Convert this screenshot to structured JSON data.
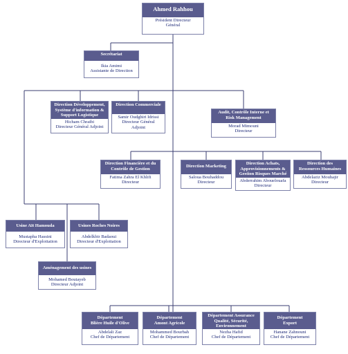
{
  "colors": {
    "header": "#5a5c8e",
    "text": "#1e2a78",
    "line": "#3a3c70",
    "border": "#7b7fa8"
  },
  "nodes": {
    "ceo": {
      "title": [
        "Ahmed Rahhou"
      ],
      "person": [
        "Président Directeur",
        "Général"
      ]
    },
    "secretariat": {
      "title": [
        "Secrétariat"
      ],
      "person": [
        "Ikia Amimi",
        "Assistante de Direction"
      ]
    },
    "dev": {
      "title": [
        "Direction Développement,",
        "Système d'information &",
        "Support Logistique"
      ],
      "person": [
        "Hicham Chraibi",
        "Directeur Général Adjoint"
      ]
    },
    "commerciale": {
      "title": [
        "Direction Commerciale"
      ],
      "person": [
        "Samir Oudghiri Idrissi",
        "Directeur Général",
        "Adjoint"
      ]
    },
    "audit": {
      "title": [
        "Audit, Contrôle Interne et",
        "Risk Management"
      ],
      "person": [
        "Morad Mimouni",
        "Directeur"
      ]
    },
    "financiere": {
      "title": [
        "Direction Financière et du",
        "Contrôle de Gestion"
      ],
      "person": [
        "Fatima Zahra El Khlifi",
        "Directeur"
      ]
    },
    "marketing": {
      "title": [
        "Direction Marketing"
      ],
      "person": [
        "Saloua Bouhaddou",
        "Directeur"
      ]
    },
    "achats": {
      "title": [
        "Direction Achats,",
        "Approvisionnements &",
        "Gestion Risques Marché"
      ],
      "person": [
        "Abderrahim Abouelouafa",
        "Directeur"
      ]
    },
    "rh": {
      "title": [
        "Direction des",
        "Ressources Humaines"
      ],
      "person": [
        "Abdelaziz Mouhajir",
        "Directeur"
      ]
    },
    "usine_ait": {
      "title": [
        "Usine Aït Hamouda"
      ],
      "person": [
        "Mustapha Hassini",
        "Directeur d'Exploitation"
      ]
    },
    "usines_roches": {
      "title": [
        "Usines Roches Noires"
      ],
      "person": [
        "Abdelkbir Badaoui",
        "Directeur d'Exploitation"
      ]
    },
    "amenagement": {
      "title": [
        "Aménagement des usines"
      ],
      "person": [
        "Mohamed Boutayeb",
        "Directeur Adjoint"
      ]
    },
    "dept_huile": {
      "title": [
        "Département",
        "Blière Huile d'Olive"
      ],
      "person": [
        "Abdelali Zaz",
        "Chef de Département"
      ]
    },
    "dept_amont": {
      "title": [
        "Département",
        "Amont Agricole"
      ],
      "person": [
        "Mohammed Bourbah",
        "Chef de Département"
      ]
    },
    "dept_qualite": {
      "title": [
        "Département Assurance",
        "Qualité, Sécurité,",
        "Environnement"
      ],
      "person": [
        "Nezha Hafid",
        "Chef de Département"
      ]
    },
    "dept_export": {
      "title": [
        "Département",
        "Export"
      ],
      "person": [
        "Hanane Zahnouni",
        "Chef de Département"
      ]
    }
  }
}
